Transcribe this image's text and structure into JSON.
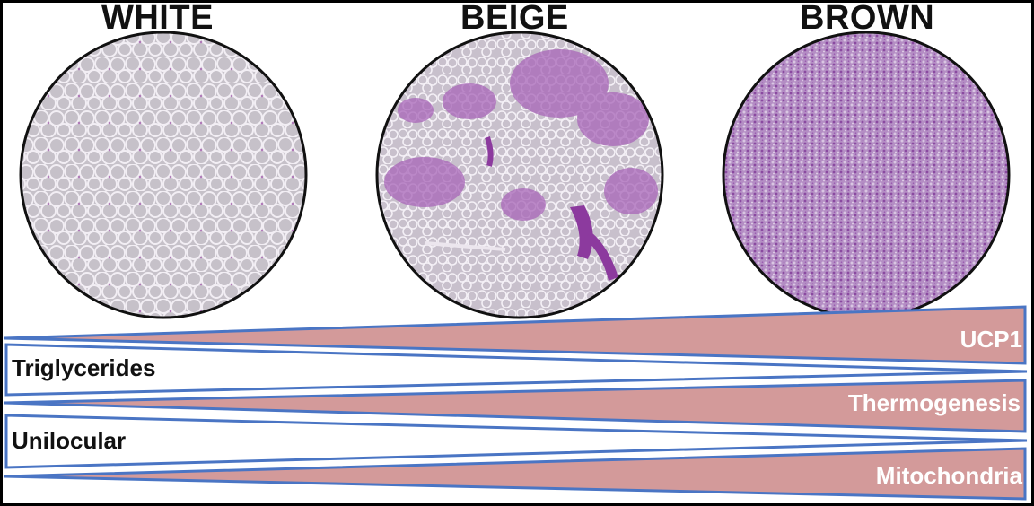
{
  "tissues": [
    {
      "label": "WHITE",
      "stain_style": "unilocular adipocytes"
    },
    {
      "label": "BEIGE",
      "stain_style": "mixed adipocytes"
    },
    {
      "label": "BROWN",
      "stain_style": "multilocular dense"
    }
  ],
  "gradients": [
    {
      "label": "UCP1",
      "direction": "increasing"
    },
    {
      "label": "Triglycerides",
      "direction": "decreasing"
    },
    {
      "label": "Thermogenesis",
      "direction": "increasing"
    },
    {
      "label": "Unilocular",
      "direction": "decreasing"
    },
    {
      "label": "Mitochondria",
      "direction": "increasing"
    }
  ],
  "colors": {
    "increasing_fill": "#d39a9a",
    "decreasing_fill": "#ffffff",
    "outline": "#4a75c4",
    "stain_pale": "#cbbfd3",
    "stain_dark": "#9a4aa8"
  }
}
